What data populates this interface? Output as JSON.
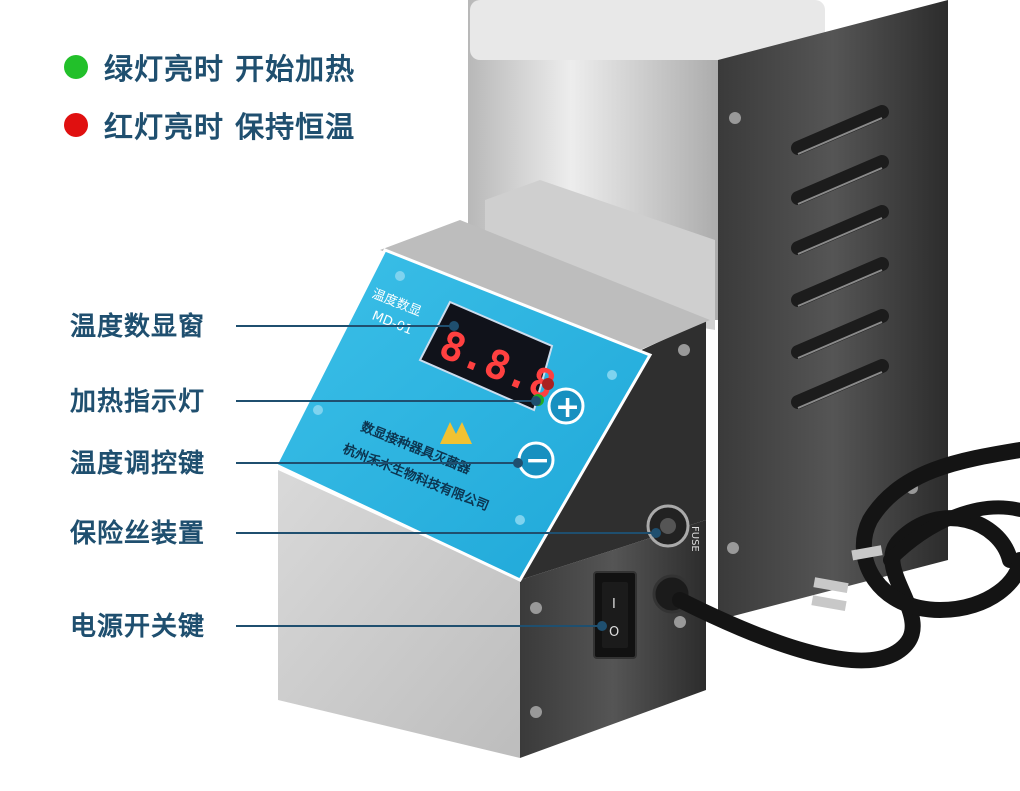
{
  "legend": [
    {
      "text": "绿灯亮时 开始加热",
      "color": "#22c02a"
    },
    {
      "text": "红灯亮时 保持恒温",
      "color": "#e01010"
    }
  ],
  "callouts": [
    {
      "text": "温度数显窗"
    },
    {
      "text": "加热指示灯"
    },
    {
      "text": "温度调控键"
    },
    {
      "text": "保险丝装置"
    },
    {
      "text": "电源开关键"
    }
  ],
  "panel": {
    "brand_top": "温度数显",
    "model": "MD-01",
    "display": "8.8.8",
    "plus": "+",
    "minus": "−",
    "product_name": "数显接种器具灭菌器",
    "company": "杭州禾木生物科技有限公司"
  },
  "switch": {
    "on": "I",
    "off": "O"
  },
  "fuse_label": "FUSE"
}
